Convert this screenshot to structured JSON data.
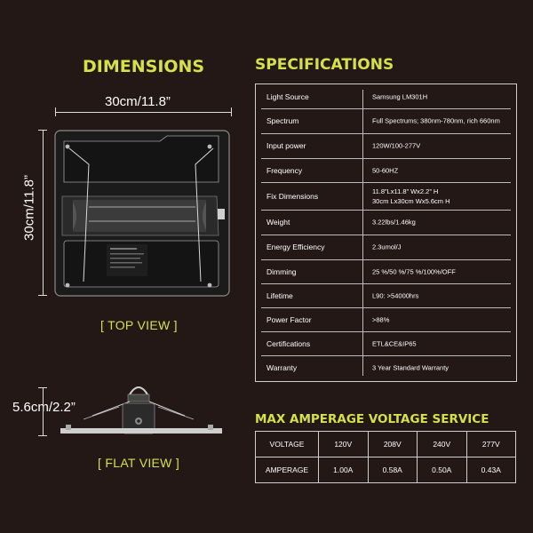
{
  "dimensions": {
    "title": "DIMENSIONS",
    "width_label": "30cm/11.8”",
    "height_label": "30cm/11.8”",
    "depth_label": "5.6cm/2.2”",
    "top_view_label": "[ TOP VIEW ]",
    "flat_view_label": "[ FLAT VIEW ]"
  },
  "specifications": {
    "title": "SPECIFICATIONS",
    "rows": [
      {
        "key": "Light Source",
        "value": [
          "Samsung  LM301H"
        ]
      },
      {
        "key": "Spectrum",
        "value": [
          "Full Spectrums; 380nm-780nm, rich 660nm"
        ]
      },
      {
        "key": "Input power",
        "value": [
          "120W/100-277V"
        ]
      },
      {
        "key": "Frequency",
        "value": [
          "50-60HZ"
        ]
      },
      {
        "key": "Fix Dimensions",
        "value": [
          "11.8”Lx11.8” Wx2.2” H",
          "30cm Lx30cm Wx5.6cm H"
        ]
      },
      {
        "key": "Weight",
        "value": [
          "3.22lbs/1.46kg"
        ]
      },
      {
        "key": "Energy Efficiency",
        "value": [
          "2.3umol/J"
        ]
      },
      {
        "key": "Dimming",
        "value": [
          "25 %/50 %/75 %/100%/OFF"
        ]
      },
      {
        "key": "Lifetime",
        "value": [
          "L90: >54000hrs"
        ]
      },
      {
        "key": "Power Factor",
        "value": [
          ">88%"
        ]
      },
      {
        "key": "Certifications",
        "value": [
          "ETL&CE&IP65"
        ]
      },
      {
        "key": "Warranty",
        "value": [
          "3 Year Standard Warranty"
        ]
      }
    ]
  },
  "amperage": {
    "title": "MAX AMPERAGE VOLTAGE SERVICE",
    "voltage_label": "VOLTAGE",
    "amperage_label": "AMPERAGE",
    "voltages": [
      "120V",
      "208V",
      "240V",
      "277V"
    ],
    "amperages": [
      "1.00A",
      "0.58A",
      "0.50A",
      "0.43A"
    ]
  },
  "colors": {
    "accent": "#d6e04a",
    "background": "#231815"
  }
}
